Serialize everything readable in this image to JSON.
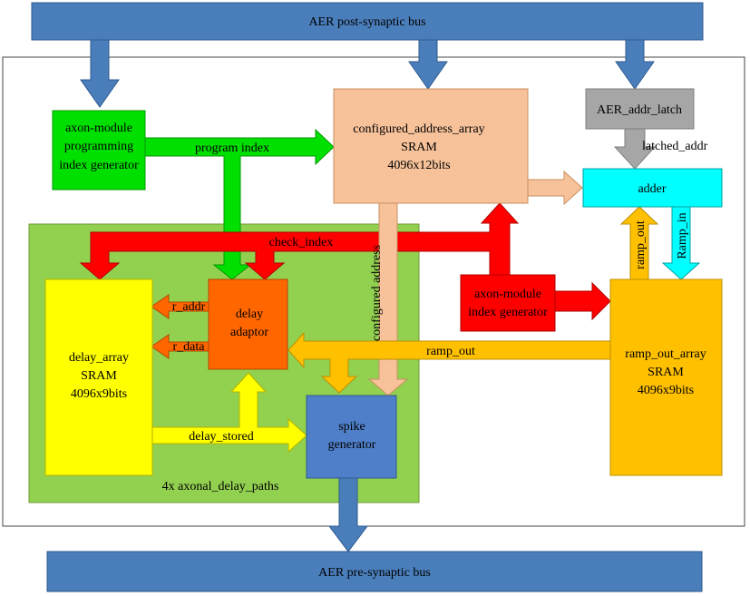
{
  "buses": {
    "post_synaptic": "AER post-synaptic bus",
    "pre_synaptic": "AER pre-synaptic bus"
  },
  "blocks": {
    "programming_index_generator": [
      "axon-module",
      "programming",
      "index generator"
    ],
    "configured_address_array": [
      "configured_address_array",
      "SRAM",
      "4096x12bits"
    ],
    "aer_addr_latch": "AER_addr_latch",
    "adder": "adder",
    "delay_array": [
      "delay_array",
      "SRAM",
      "4096x9bits"
    ],
    "delay_adaptor": [
      "delay",
      "adaptor"
    ],
    "axon_module_index_generator": [
      "axon-module",
      "index generator"
    ],
    "ramp_out_array": [
      "ramp_out_array",
      "SRAM",
      "4096x9bits"
    ],
    "spike_generator": [
      "spike",
      "generator"
    ],
    "axonal_delay_paths": "4x axonal_delay_paths"
  },
  "signals": {
    "program_index": "program index",
    "check_index": "check_index",
    "configured_address": "configured address",
    "latched_addr": "latched_addr",
    "ramp_out_vertical": "ramp_out",
    "ramp_in": "Ramp_in",
    "r_addr": "r_addr",
    "r_data": "r_data",
    "ramp_out_horizontal": "ramp_out",
    "delay_stored": "delay_stored"
  },
  "colors": {
    "bus": "#4a7ebb",
    "green_block": "#00e000",
    "green_region": "#92d050",
    "salmon": "#f7c29a",
    "gray": "#a6a6a6",
    "cyan": "#00ffff",
    "yellow": "#ffff00",
    "orange": "#ff6600",
    "red": "#ff0000",
    "amber": "#ffc000",
    "blue_block": "#4f7fc9"
  }
}
